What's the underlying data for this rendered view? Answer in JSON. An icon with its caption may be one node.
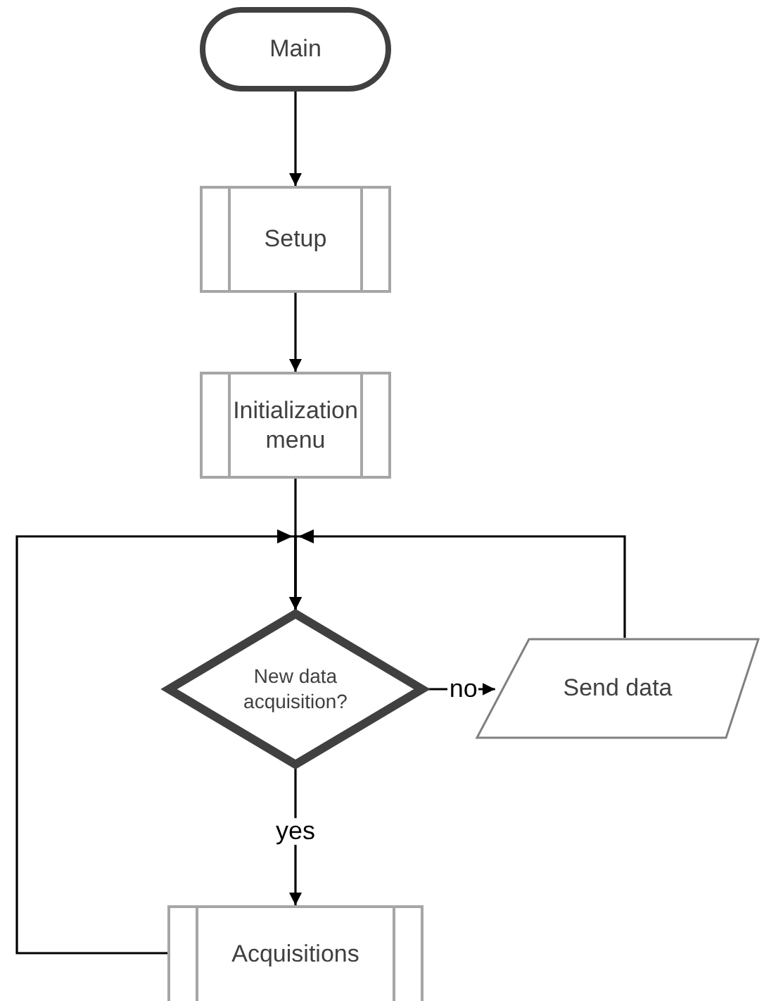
{
  "diagram": {
    "nodes": [
      {
        "text": [
          "Main"
        ]
      },
      {
        "text": [
          "Setup"
        ]
      },
      {
        "text": [
          "Initialization menu"
        ]
      },
      {
        "text": [
          "New data acquisition?"
        ]
      },
      {
        "text": [
          "Send data"
        ]
      },
      {
        "text": [
          "Acquisitions"
        ]
      }
    ],
    "edges": [
      {
        "from": 0,
        "to": 1,
        "arrow": "to"
      },
      {
        "from": 1,
        "to": 2,
        "arrow": "to"
      },
      {
        "from": 2,
        "to": 3,
        "arrow": "to"
      },
      {
        "from": 3,
        "to": 4,
        "arrow": "to",
        "label": "no"
      },
      {
        "from": 3,
        "to": 5,
        "arrow": "to",
        "label": "yes"
      },
      {
        "from": 4,
        "to": 3,
        "arrow": "to"
      },
      {
        "from": 5,
        "to": 3,
        "arrow": "to"
      }
    ]
  }
}
